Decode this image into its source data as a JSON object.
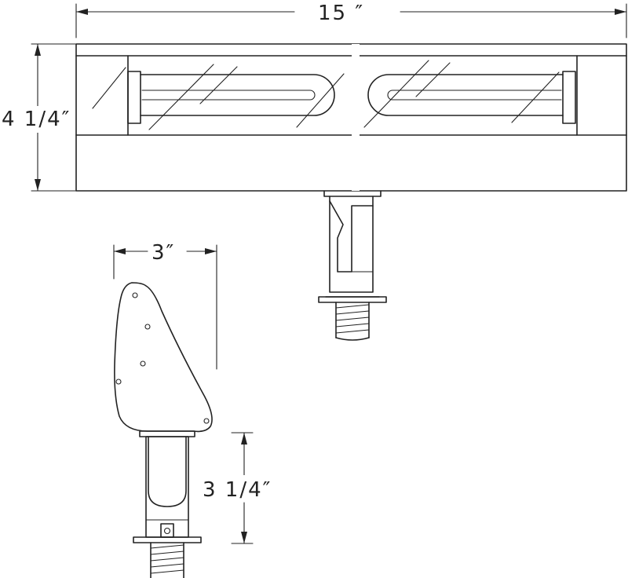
{
  "dimensions": {
    "width": "15 ″",
    "height": "4 1/4″",
    "side_width": "3″",
    "side_height": "3 1/4″"
  }
}
